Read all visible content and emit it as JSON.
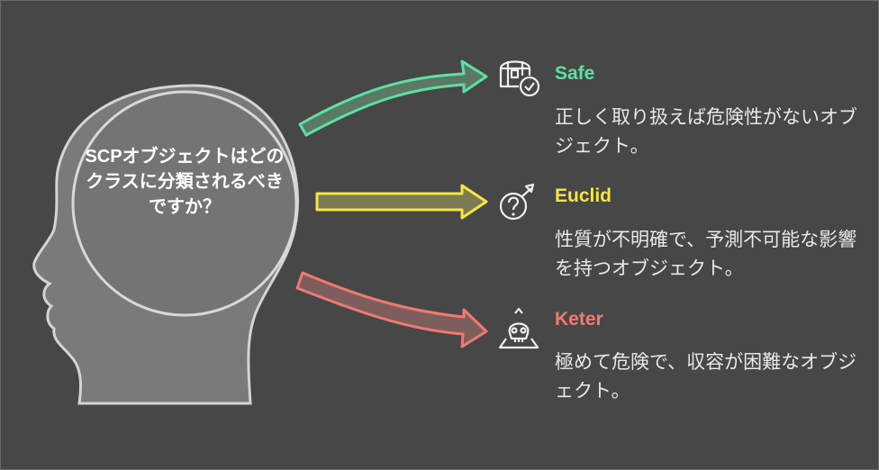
{
  "question": "SCPオブジェクトはどのクラスに分類されるべきですか？",
  "classes": [
    {
      "title": "Safe",
      "description": "正しく取り扱えば危険性がないオブジェクト。",
      "icon": "treasure-chest-check-icon",
      "color": "#5ee0a0"
    },
    {
      "title": "Euclid",
      "description": "性質が不明確で、予測不可能な影響を持つオブジェクト。",
      "icon": "question-circle-arrow-icon",
      "color": "#f5e642"
    },
    {
      "title": "Keter",
      "description": "極めて危険で、収容が困難なオブジェクト。",
      "icon": "skull-warning-icon",
      "color": "#f07a72"
    }
  ]
}
